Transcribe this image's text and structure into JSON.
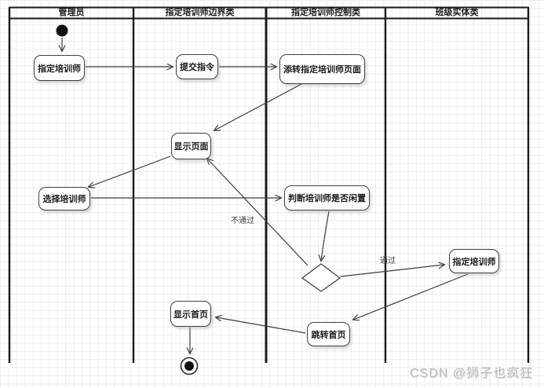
{
  "diagram": {
    "kind": "uml-activity-swimlane",
    "lanes": [
      {
        "label": "管理员"
      },
      {
        "label": "指定培训师边界类"
      },
      {
        "label": "指定培训师控制类"
      },
      {
        "label": "班级实体类"
      }
    ],
    "nodes": [
      {
        "id": "start",
        "type": "initial",
        "label": "",
        "lane": "管理员"
      },
      {
        "id": "assign-trainer-admin",
        "type": "action",
        "label": "指定培训师",
        "lane": "管理员"
      },
      {
        "id": "submit-command",
        "type": "action",
        "label": "提交指令",
        "lane": "指定培训师边界类"
      },
      {
        "id": "jump-assign-trainer-page",
        "type": "action",
        "label": "添转指定培训师页面",
        "lane": "指定培训师控制类"
      },
      {
        "id": "show-page",
        "type": "action",
        "label": "显示页面",
        "lane": "指定培训师边界类"
      },
      {
        "id": "select-trainer",
        "type": "action",
        "label": "选择培训师",
        "lane": "管理员"
      },
      {
        "id": "check-trainer-idle",
        "type": "action",
        "label": "判断培训师是否闲置",
        "lane": "指定培训师控制类"
      },
      {
        "id": "decision",
        "type": "decision",
        "label": "",
        "lane": "指定培训师控制类"
      },
      {
        "id": "assign-trainer-entity",
        "type": "action",
        "label": "指定培训师",
        "lane": "班级实体类"
      },
      {
        "id": "jump-home",
        "type": "action",
        "label": "跳转首页",
        "lane": "指定培训师控制类"
      },
      {
        "id": "show-home",
        "type": "action",
        "label": "显示首页",
        "lane": "指定培训师边界类"
      },
      {
        "id": "end",
        "type": "final",
        "label": "",
        "lane": "指定培训师边界类"
      }
    ],
    "edges": [
      {
        "from": "start",
        "to": "assign-trainer-admin",
        "label": ""
      },
      {
        "from": "assign-trainer-admin",
        "to": "submit-command",
        "label": ""
      },
      {
        "from": "submit-command",
        "to": "jump-assign-trainer-page",
        "label": ""
      },
      {
        "from": "jump-assign-trainer-page",
        "to": "show-page",
        "label": ""
      },
      {
        "from": "show-page",
        "to": "select-trainer",
        "label": ""
      },
      {
        "from": "select-trainer",
        "to": "check-trainer-idle",
        "label": ""
      },
      {
        "from": "check-trainer-idle",
        "to": "decision",
        "label": ""
      },
      {
        "from": "decision",
        "to": "show-page",
        "label": "不通过"
      },
      {
        "from": "decision",
        "to": "assign-trainer-entity",
        "label": "通过"
      },
      {
        "from": "assign-trainer-entity",
        "to": "jump-home",
        "label": ""
      },
      {
        "from": "jump-home",
        "to": "show-home",
        "label": ""
      },
      {
        "from": "show-home",
        "to": "end",
        "label": ""
      }
    ],
    "colors": {
      "line": "#3d3d3d",
      "frame": "#1a1a1a",
      "node_fill": "#ffffff",
      "grid": "#ededed",
      "watermark": "#b9b9b9"
    }
  },
  "watermark": {
    "text": "CSDN @狮子也疯狂"
  }
}
